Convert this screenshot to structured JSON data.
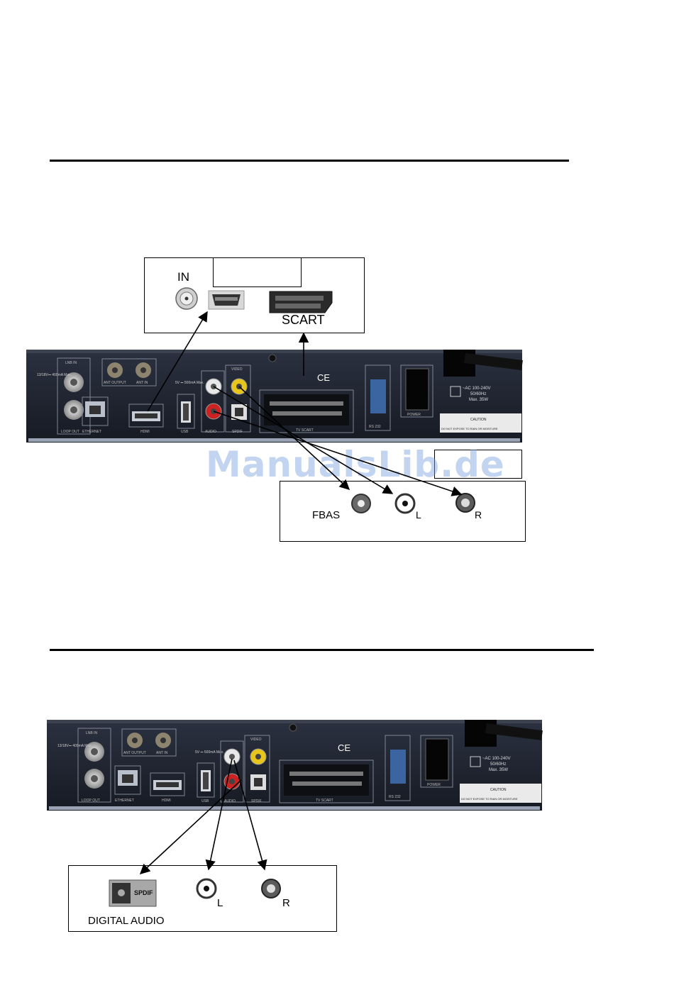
{
  "watermark": "ManualsLib.de",
  "tv_connection": {
    "labels": {
      "in": "IN",
      "scart": "SCART"
    }
  },
  "panel": {
    "lnb_in": "LNB IN",
    "lnb_spec": "13/18V⎓ 400mA Max.",
    "loop_out": "LOOP OUT",
    "ant_output": "ANT OUTPUT",
    "ant_in": "ANT IN",
    "ethernet": "ETHERNET",
    "hdmi": "HDMI",
    "usb_spec": "5V ⎓ 500mA Max.",
    "usb": "USB",
    "audio": "AUDIO",
    "video": "VIDEO",
    "spdif": "SPDIF",
    "tv_scart": "TV SCART",
    "ce": "CE",
    "rs232": "RS 232",
    "power": "POWER",
    "ac_line1": "~AC 100-240V",
    "ac_line2": "50/60Hz",
    "ac_line3": "Max. 35W",
    "caution": "CAUTION",
    "warn": "DO NOT EXPOSE TO RAIN OR MOISTURE"
  },
  "av_connection": {
    "labels": {
      "fbas": "FBAS",
      "l": "L",
      "r": "R"
    }
  },
  "digital_audio": {
    "labels": {
      "spdif": "SPDIF",
      "l": "L",
      "r": "R",
      "caption": "DIGITAL AUDIO"
    }
  },
  "colors": {
    "panel_bg": "#1f2430",
    "panel_edge": "#8d95a5",
    "rca_yellow": "#e8c51a",
    "rca_red": "#cc2222",
    "rca_white": "#e8e8e8"
  }
}
